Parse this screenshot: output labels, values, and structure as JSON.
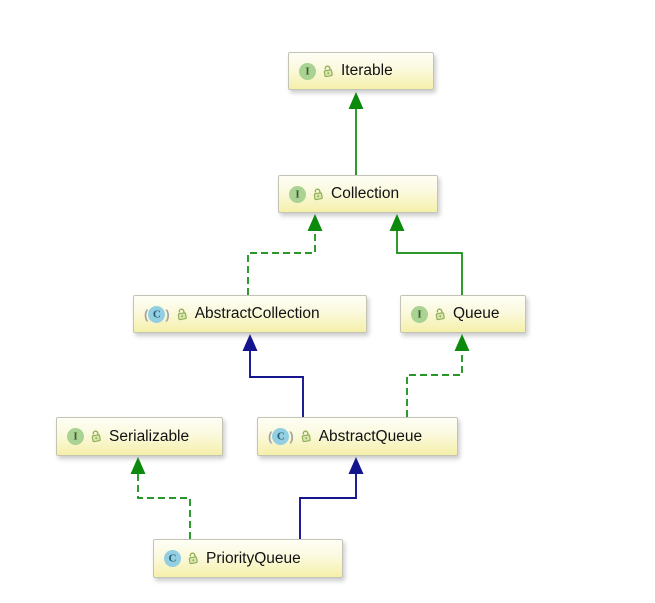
{
  "diagram": {
    "kind": "uml-class-diagram",
    "nodes": [
      {
        "id": "iterable",
        "label": "Iterable",
        "type": "interface",
        "icon_letter": "I"
      },
      {
        "id": "collection",
        "label": "Collection",
        "type": "interface",
        "icon_letter": "I"
      },
      {
        "id": "abstractcollection",
        "label": "AbstractCollection",
        "type": "abstract-class",
        "icon_letter": "C"
      },
      {
        "id": "queue",
        "label": "Queue",
        "type": "interface",
        "icon_letter": "I"
      },
      {
        "id": "serializable",
        "label": "Serializable",
        "type": "interface",
        "icon_letter": "I"
      },
      {
        "id": "abstractqueue",
        "label": "AbstractQueue",
        "type": "abstract-class",
        "icon_letter": "C"
      },
      {
        "id": "priorityqueue",
        "label": "PriorityQueue",
        "type": "class",
        "icon_letter": "C"
      }
    ],
    "icon_decorations": {
      "paren_open": "(",
      "paren_close": ")"
    },
    "edges": [
      {
        "from": "Collection",
        "to": "Iterable",
        "relation": "extends",
        "line": "solid",
        "color": "#0b8a0b"
      },
      {
        "from": "AbstractCollection",
        "to": "Collection",
        "relation": "implements",
        "line": "dashed",
        "color": "#0b8a0b"
      },
      {
        "from": "Queue",
        "to": "Collection",
        "relation": "extends",
        "line": "solid",
        "color": "#0b8a0b"
      },
      {
        "from": "AbstractQueue",
        "to": "AbstractCollection",
        "relation": "extends",
        "line": "solid",
        "color": "#14148f"
      },
      {
        "from": "AbstractQueue",
        "to": "Queue",
        "relation": "implements",
        "line": "dashed",
        "color": "#0b8a0b"
      },
      {
        "from": "PriorityQueue",
        "to": "Serializable",
        "relation": "implements",
        "line": "dashed",
        "color": "#0b8a0b"
      },
      {
        "from": "PriorityQueue",
        "to": "AbstractQueue",
        "relation": "extends",
        "line": "solid",
        "color": "#14148f"
      }
    ],
    "colors": {
      "interface_edge_green": "#0b8a0b",
      "class_edge_navy": "#14148f",
      "node_fill_top": "#fefef6",
      "node_fill_bottom": "#f5f0aa",
      "node_border": "#c4c4b6",
      "interface_icon_bg": "#a9d293",
      "class_icon_bg": "#92cfe2",
      "lock_icon_green": "#94b058"
    }
  }
}
